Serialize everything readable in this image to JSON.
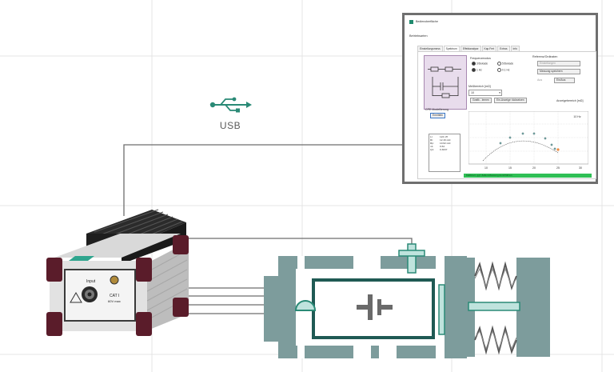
{
  "usb": {
    "label": "USB",
    "icon": "usb-icon"
  },
  "window": {
    "title": "Bedienoberfläche",
    "menu": "Betriebsarten",
    "tabs": [
      "Einstellungsmess",
      "Spektrum",
      "Effektanalyse",
      "Kap.Fert",
      "Extras",
      "Info"
    ],
    "frequency_header": "Frequenzmodus",
    "radio_options": [
      {
        "label": "3/Dekade",
        "selected": true
      },
      {
        "label": "5/Dekade",
        "selected": false
      },
      {
        "label": "1 Hz",
        "selected": true
      },
      {
        "label": "0.1 Hz",
        "selected": false
      }
    ],
    "range_label": "Meßbereich [mΩ]",
    "range_value": "10",
    "graph_button": "Grafik ‑ leeren",
    "reset_button": "Ein-Anzeige rücksetzen",
    "display_range_label": "Anzeigebereich [mΩ]",
    "reference_header": "Referenz/Ordinaten",
    "right_buttons": [
      "Einstellungen",
      "Messung speichern"
    ],
    "off_label": "Aus",
    "start_button": "Ein/Aus",
    "cpe_label": "CPE Modellierung",
    "ermitteln_button": "Ermitteln",
    "values": [
      {
        "key": "Li:",
        "value": "124 nH"
      },
      {
        "key": "Ri:",
        "value": "12.16 mΩ"
      },
      {
        "key": "Rp:",
        "value": "10.62 mΩ"
      },
      {
        "key": "n1:",
        "value": "0.64"
      },
      {
        "key": "Q1:",
        "value": "0.3037"
      }
    ],
    "plot_freq_label": "10 Hz",
    "plot_x_ticks": [
      "10",
      "15",
      "20",
      "25",
      "30"
    ],
    "status_text": "Kalibriert, ggf. Zellen-Messung durchführen"
  },
  "device": {
    "input_label": "Input",
    "cat_label": "CAT I",
    "voltage_label": "60V max"
  },
  "colors": {
    "teal": "#2a8a76",
    "dark_teal": "#1f5a54",
    "slate": "#7a9a9a",
    "line": "#6e6e6e"
  }
}
